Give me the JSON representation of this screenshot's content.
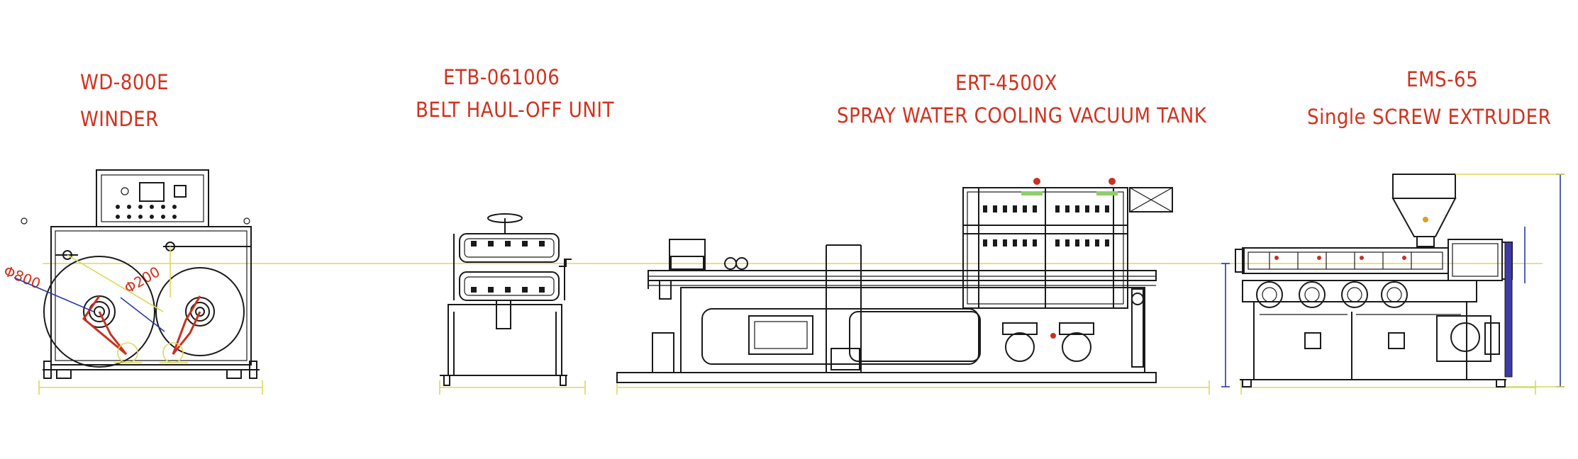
{
  "machines": [
    {
      "model": "WD-800E",
      "name": "WINDER"
    },
    {
      "model": "ETB-061006",
      "name": "BELT HAUL-OFF UNIT"
    },
    {
      "model": "ERT-4500X",
      "name": "SPRAY WATER COOLING VACUUM TANK"
    },
    {
      "model": "EMS-65",
      "name": "Single SCREW EXTRUDER"
    }
  ],
  "dimensions": {
    "reel_outer": "Φ800",
    "reel_inner": "Φ200"
  },
  "colors": {
    "label": "#d2311e",
    "line": "#1a1a1a",
    "centerline": "#dcd95a",
    "dimension": "#2a3aa0"
  }
}
